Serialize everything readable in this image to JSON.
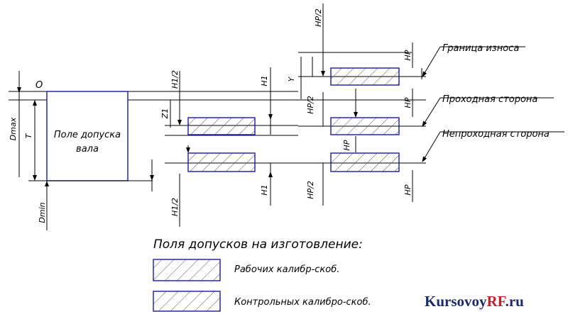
{
  "labels": {
    "origin": "O",
    "dmax": "Dmax",
    "dmin": "Dmin",
    "t": "T",
    "shaft_field_line1": "Поле допуска",
    "shaft_field_line2": "вала",
    "h1_half_top": "H1/2",
    "h1_top": "H1",
    "z1": "Z1",
    "h1_half_bottom": "H1/2",
    "h1_bottom": "H1",
    "hp_half_top": "HP/2",
    "y": "Y",
    "hp_wear": "HP",
    "hp_half_mid": "HP/2",
    "hp_go": "HP",
    "hp_mid_small": "HP",
    "hp_half_bottom": "HP/2",
    "hp_nogo": "HP",
    "callout_wear": "Граница износа",
    "callout_go": "Проходная сторона",
    "callout_nogo": "Непроходная сторона"
  },
  "legend": {
    "title": "Поля допусков на изготовление:",
    "working": "Рабочих калибр-скоб.",
    "control": "Контрольных калибро-скоб."
  },
  "watermark": {
    "part1": "Kursovoy",
    "part2": "RF",
    "part3": ".ru",
    "accent_color": "#c0202a",
    "main_color": "#1a2a6c"
  },
  "colors": {
    "box_outline": "#1a1aa8",
    "line": "#000000"
  }
}
